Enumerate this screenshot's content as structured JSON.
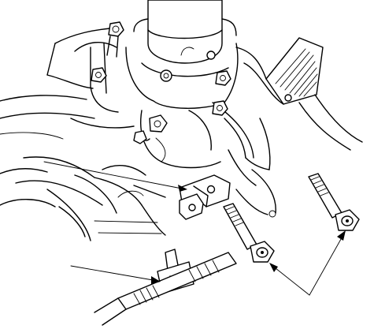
{
  "diagram": {
    "kind": "exploded-parts-illustration",
    "line_color": "#000000",
    "background": "#ffffff",
    "callouts": [
      "bracket-pointer",
      "connector-pointer",
      "bolt-pointer-pair"
    ],
    "parts": [
      "steering-gearbox-housing",
      "mounting-bracket",
      "bolt-left",
      "bolt-right",
      "wire-connector",
      "wiring-harness"
    ]
  }
}
